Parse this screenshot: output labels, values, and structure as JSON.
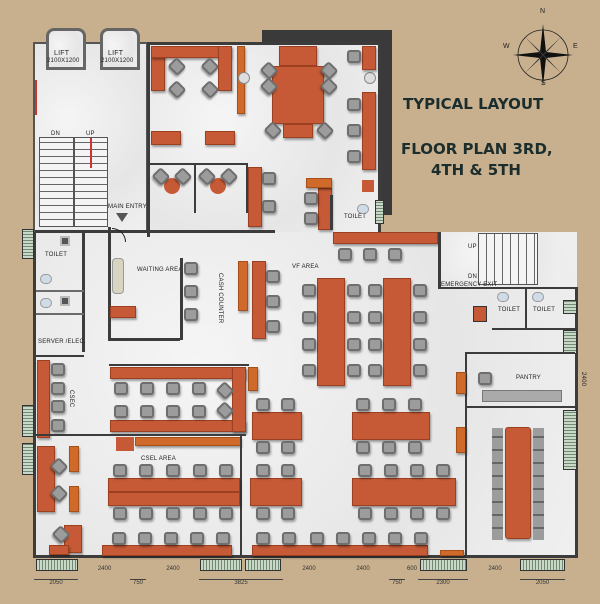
{
  "title": {
    "line1": "TYPICAL LAYOUT",
    "line2": "FLOOR PLAN 3RD,",
    "line3": "4TH & 5TH"
  },
  "compass": {
    "n": "N",
    "s": "S",
    "e": "E",
    "w": "W"
  },
  "rooms": {
    "lift1": "LIFT",
    "lift1_size": "2100X1200",
    "lift2": "LIFT",
    "lift2_size": "2100X1200",
    "stair_dn": "DN",
    "stair_up": "UP",
    "main_entry": "MAIN ENTRY",
    "toilet_left": "TOILET",
    "waiting_area": "WAITING AREA",
    "cash_counter": "CASH COUNTER",
    "server": "SERVER /ELEC.",
    "csec": "CSEC",
    "csel_area": "CSEL AREA",
    "vf_area": "VF AREA",
    "toilet_top": "TOILET",
    "emergency_up": "UP",
    "emergency_dn": "DN",
    "emergency_exit": "EMERGENCY EXIT",
    "toilet_r1": "TOILET",
    "toilet_r2": "TOILET",
    "pantry": "PANTRY"
  },
  "dimensions": {
    "bottom_row1": [
      "2400",
      "2400",
      "2400",
      "2400",
      "600",
      "2400"
    ],
    "bottom_row2": [
      "2050",
      "750",
      "3825",
      "750",
      "2300",
      "2050"
    ],
    "right_side": "2400"
  },
  "colors": {
    "background": "#c8b08e",
    "desk": "#c65a36",
    "accent_desk": "#cf6a2a",
    "chair": "#9c9c9c",
    "title_text": "#1b2d2c"
  }
}
